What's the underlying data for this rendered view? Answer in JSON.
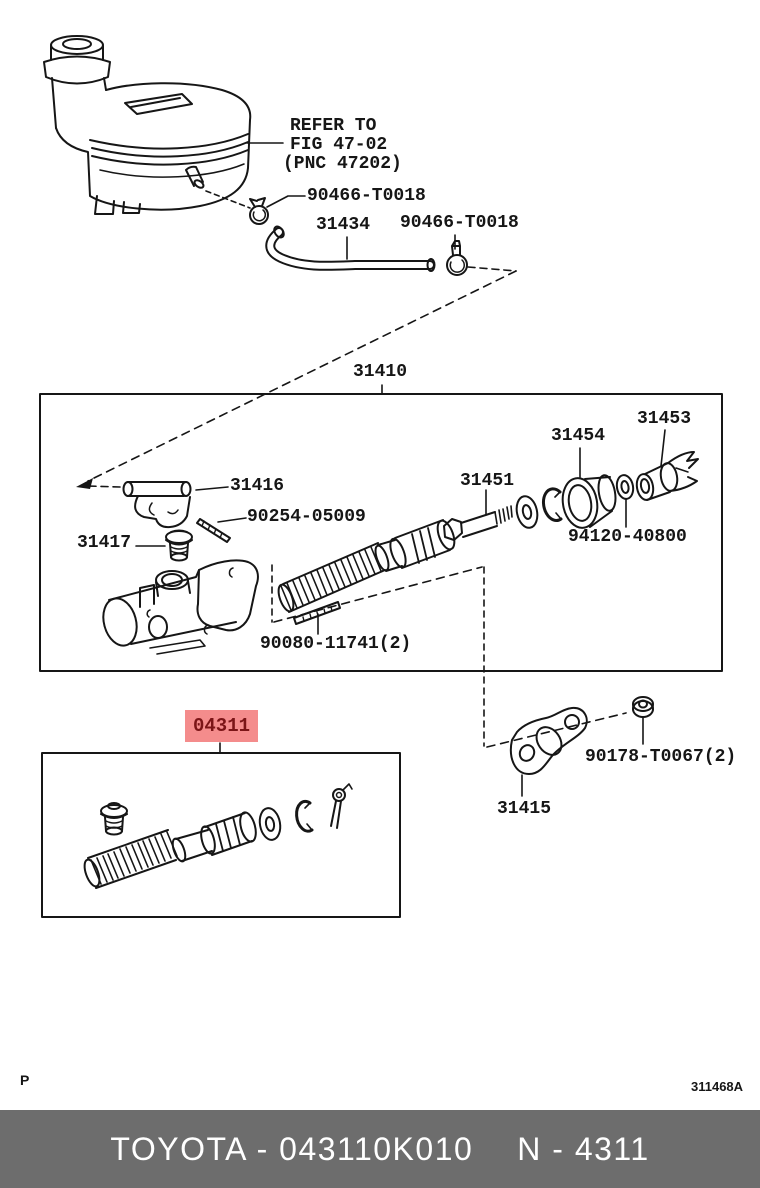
{
  "note": {
    "line1": "REFER TO",
    "line2": "FIG 47-02",
    "line3": "(PNC 47202)"
  },
  "parts": {
    "reservoir_clamp": "90466-T0018",
    "hose": "31434",
    "hose_clamp": "90466-T0018",
    "master_cylinder_assy": "31410",
    "reservoir_clip": "31416",
    "slotted_pin": "90254-05009",
    "grommet": "31417",
    "push_rod": "31451",
    "boot": "31454",
    "end_fitting": "31453",
    "ring": "94120-40800",
    "stud_bolt": "90080-11741(2)",
    "repair_kit": "04311",
    "nut": "90178-T0067(2)",
    "gasket_flange": "31415"
  },
  "footer": {
    "page_letter": "P",
    "figure_code": "311468A",
    "banner_left": "TOYOTA - 043110K010",
    "banner_right": "N - 4311"
  },
  "colors": {
    "line": "#161616",
    "highlight_bg": "#f48c8c",
    "highlight_fg": "#7b1517",
    "banner_bg": "#6d6d6d",
    "banner_fg": "#ffffff"
  }
}
